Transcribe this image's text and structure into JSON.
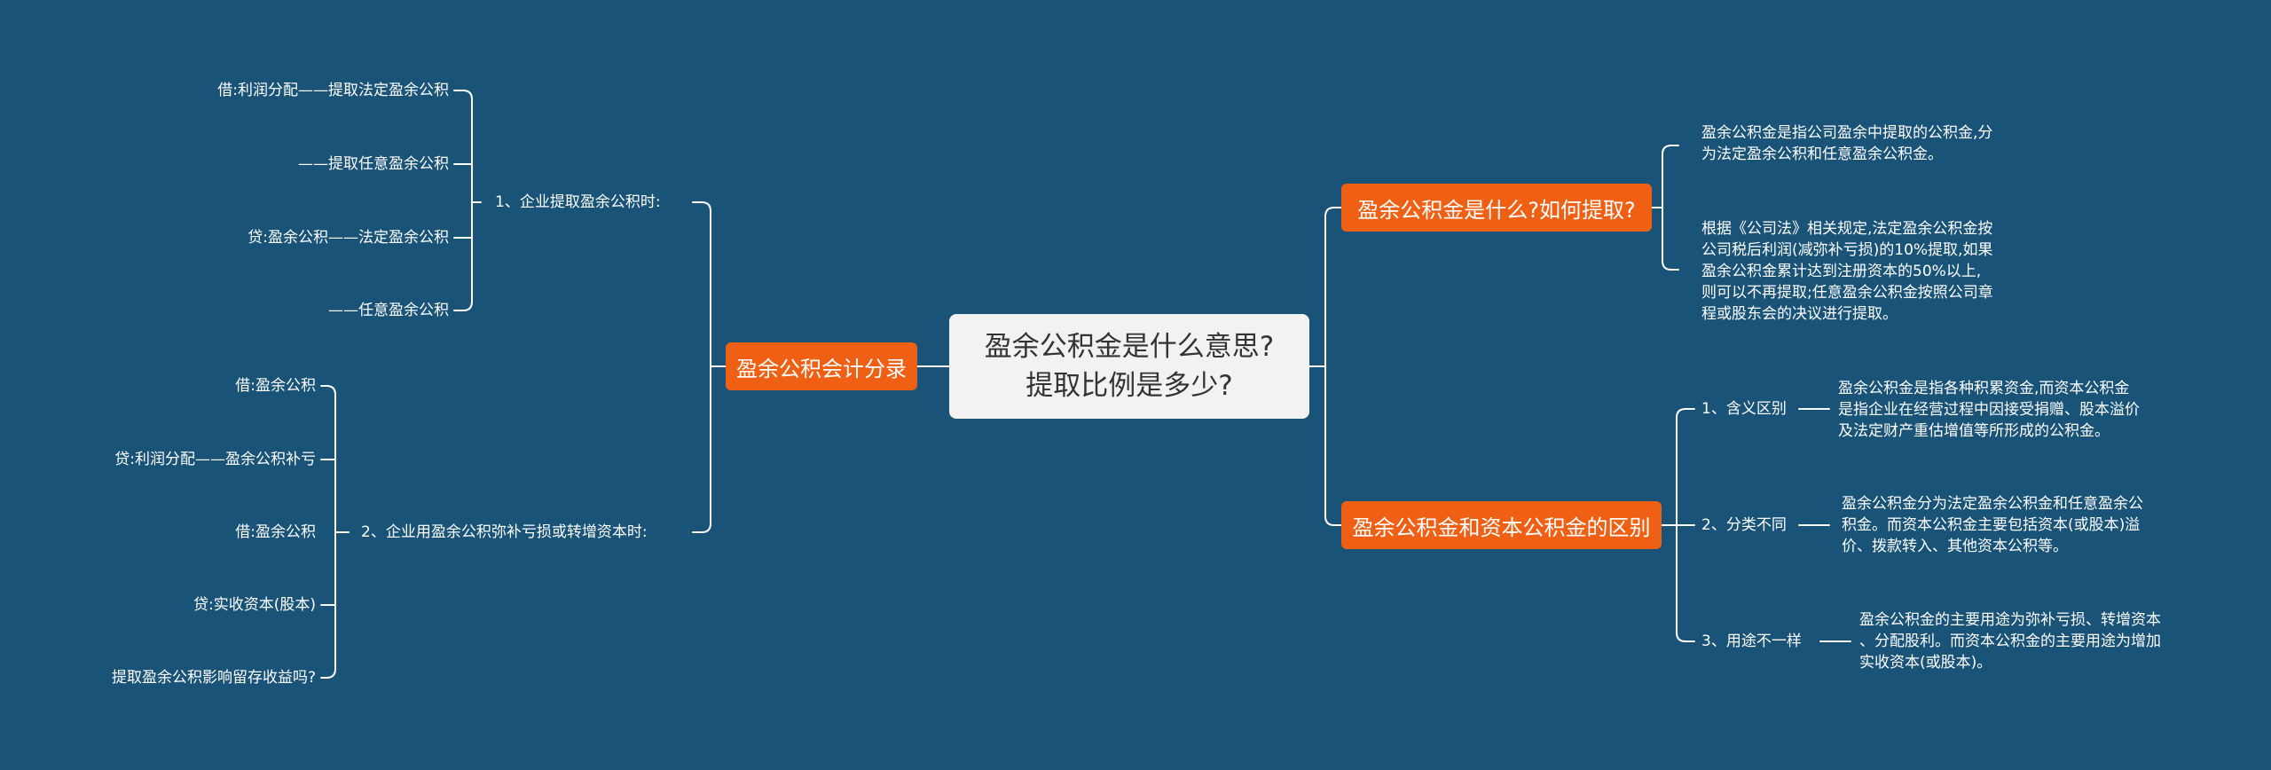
{
  "central": {
    "title": "盈余公积金是什么意思?\n提取比例是多少?"
  },
  "left_branch": {
    "label": "盈余公积会计分录",
    "groups": [
      {
        "label": "1、企业提取盈余公积时:",
        "entries": [
          "借:利润分配——提取法定盈余公积",
          "——提取任意盈余公积",
          "贷:盈余公积——法定盈余公积",
          "——任意盈余公积"
        ]
      },
      {
        "label": "2、企业用盈余公积弥补亏损或转增资本时:",
        "entries": [
          "借:盈余公积",
          "贷:利润分配——盈余公积补亏",
          "借:盈余公积",
          "贷:实收资本(股本)",
          "提取盈余公积影响留存收益吗?"
        ]
      }
    ]
  },
  "right_top": {
    "label": "盈余公积金是什么?如何提取?",
    "paragraphs": [
      "盈余公积金是指公司盈余中提取的公积金,分\n为法定盈余公积和任意盈余公积金。",
      "根据《公司法》相关规定,法定盈余公积金按\n公司税后利润(减弥补亏损)的10%提取,如果\n盈余公积金累计达到注册资本的50%以上,\n则可以不再提取;任意盈余公积金按照公司章\n程或股东会的决议进行提取。"
    ]
  },
  "right_bottom": {
    "label": "盈余公积金和资本公积金的区别",
    "items": [
      {
        "label": "1、含义区别",
        "text": "盈余公积金是指各种积累资金,而资本公积金\n是指企业在经营过程中因接受捐赠、股本溢价\n及法定财产重估增值等所形成的公积金。"
      },
      {
        "label": "2、分类不同",
        "text": "盈余公积金分为法定盈余公积金和任意盈余公\n积金。而资本公积金主要包括资本(或股本)溢\n价、拨款转入、其他资本公积等。"
      },
      {
        "label": "3、用途不一样",
        "text": "盈余公积金的主要用途为弥补亏损、转增资本\n、分配股利。而资本公积金的主要用途为增加\n实收资本(或股本)。"
      }
    ]
  },
  "colors": {
    "background": "#1a5378",
    "accent": "#f06014",
    "central_bg": "#f2f2f2",
    "line": "#ffffff"
  }
}
